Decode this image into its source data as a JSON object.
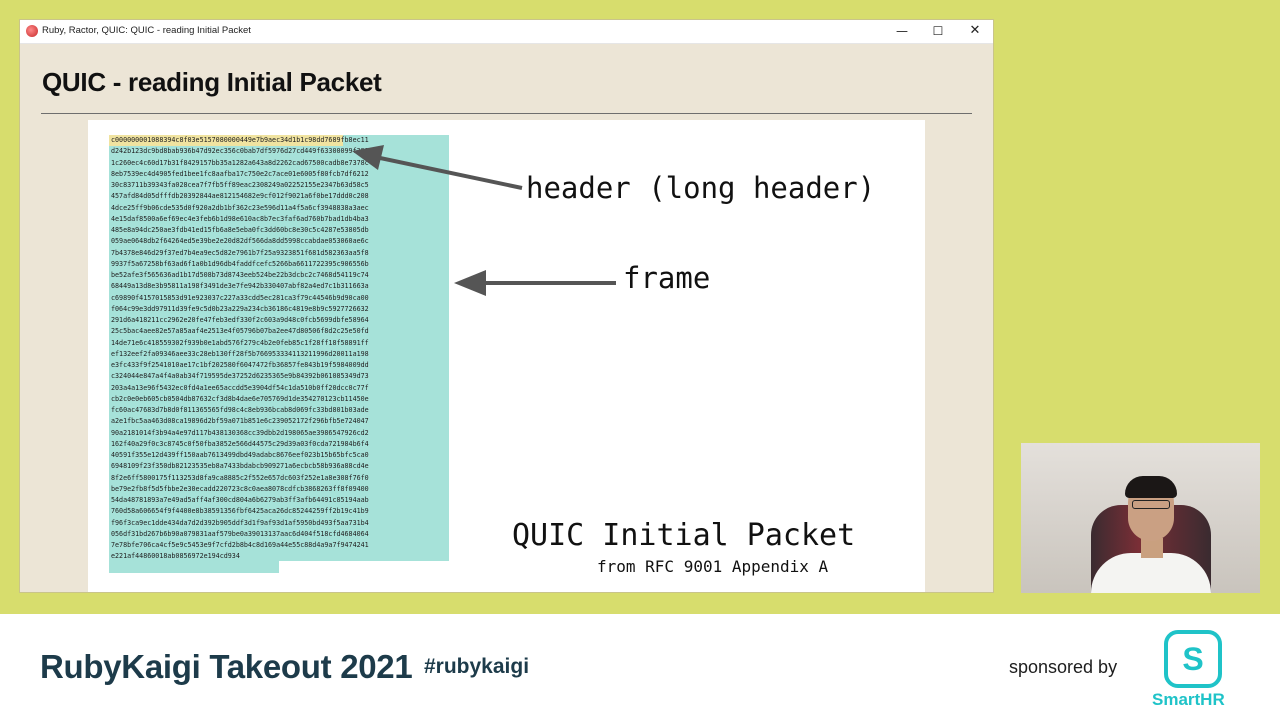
{
  "window": {
    "title": "Ruby, Ractor, QUIC: QUIC - reading Initial Packet",
    "controls": {
      "minimize": "—",
      "maximize": "☐",
      "close": "✕"
    }
  },
  "slide": {
    "title": "QUIC - reading Initial Packet",
    "labels": {
      "header": "header (long header)",
      "frame": "frame"
    },
    "caption": {
      "main": "QUIC Initial Packet",
      "sub": "from RFC 9001 Appendix A"
    },
    "hex_lines": [
      "c000000001088394c8f03e5157080000449e7b9aec34d1b1c98dd7689fb8ec11",
      "d242b123dc9bd8bab936b47d92ec356c0bab7df5976d27cd449f63300099f399",
      "1c260ec4c60d17b31f8429157bb35a1282a643a8d2262cad67500cadb8e7378c",
      "8eb7539ec4d4905fed1bee1fc8aafba17c750e2c7ace01e6005f80fcb7df6212",
      "30c83711b39343fa028cea7f7fb5ff89eac2308249a02252155e2347b63d58c5",
      "457afd84d05dfffdb20392844ae812154682e9cf012f9021a6f0be17ddd0c208",
      "4dce25ff9b06cde535d0f920a2db1bf362c23e596d11a4f5a6cf3948838a3aec",
      "4e15daf8500a6ef69ec4e3feb6b1d98e610ac8b7ec3faf6ad760b7bad1db4ba3",
      "485e8a94dc250ae3fdb41ed15fb6a8e5eba0fc3dd60bc8e30c5c4287e53805db",
      "059ae0648db2f64264ed5e39be2e20d82df566da8dd5998ccabdae053060ae6c",
      "7b4378e846d29f37ed7b4ea9ec5d82e7961b7f25a9323851f681d582363aa5f8",
      "9937f5a67258bf63ad6f1a0b1d96db4faddfcefc5266ba6611722395c906556b",
      "be52afe3f565636ad1b17d508b73d8743eeb524be22b3dcbc2c7468d54119c74",
      "68449a13d8e3b95811a198f3491de3e7fe942b330407abf82a4ed7c1b311663a",
      "c69890f4157015853d91e923037c227a33cdd5ec281ca3f79c44546b9d90ca00",
      "f064c99e3dd97911d39fe9c5d0b23a229a234cb36186c4819e8b9c5927726632",
      "291d6a418211cc2962e20fe47feb3edf330f2c603a9d48c0fcb5699dbfe58964",
      "25c5bac4aee82e57a85aaf4e2513e4f05796b07ba2ee47d80506f8d2c25e50fd",
      "14de71e6c418559302f939b0e1abd576f279c4b2e0feb85c1f28ff18f58891ff",
      "ef132eef2fa09346aee33c28eb130ff28f5b766953334113211996d20011a198",
      "e3fc433f9f2541010ae17c1bf202580f6047472fb36857fe843b19f5984009dd",
      "c324044e847a4f4a0ab34f719595de37252d6235365e9b84392b061085349d73",
      "203a4a13e96f5432ec0fd4a1ee65accdd5e3904df54c1da510b0ff20dcc0c77f",
      "cb2c0e0eb605cb0504db87632cf3d8b4dae6e705769d1de354270123cb11450e",
      "fc60ac47683d7b8d0f811365565fd98c4c8eb936bcab8d069fc33bd801b03ade",
      "a2e1fbc5aa463d08ca19896d2bf59a071b851e6c239052172f296bfb5e724047",
      "90a2181014f3b94a4e97d117b438130368cc39dbb2d198065ae3986547926cd2",
      "162f40a29f0c3c8745c0f50fba3852e566d44575c29d39a03f0cda721984b6f4",
      "40591f355e12d439ff150aab7613499dbd49adabc8676eef023b15b65bfc5ca0",
      "6948109f23f350db82123535eb8a7433bdabcb909271a6ecbcb58b936a88cd4e",
      "8f2e6ff5800175f113253d8fa9ca8885c2f552e657dc603f252e1a8e308f76f0",
      "be79e2fb8f5d5fbbe2e30ecadd220723c8c0aea8078cdfcb3868263ff8f09400",
      "54da48781893a7e49ad5aff4af300cd804a6b6279ab3ff3afb64491c85194aab",
      "760d58a606654f9f4400e8b38591356fbf6425aca26dc85244259ff2b19c41b9",
      "f96f3ca9ec1dde434da7d2d392b905ddf3d1f9af93d1af5950bd493f5aa731b4",
      "056df31bd267b6b90a079831aaf579be0a39013137aac6d404f518cfd4684064",
      "7e78bfe706ca4cf5e9c5453e9f7cfd2b8b4c8d169a44e55c88d4a9a7f9474241",
      "e221af44860018ab0856972e194cd934"
    ]
  },
  "webcam": {
    "label": "speaker-video"
  },
  "banner": {
    "title": "RubyKaigi Takeout 2021",
    "hashtag": "#rubykaigi",
    "sponsored_by": "sponsored by",
    "sponsor_name": "SmartHR",
    "sponsor_glyph": "S",
    "sponsor_color": "#1fc3c8",
    "title_color": "#1d3b4a"
  }
}
